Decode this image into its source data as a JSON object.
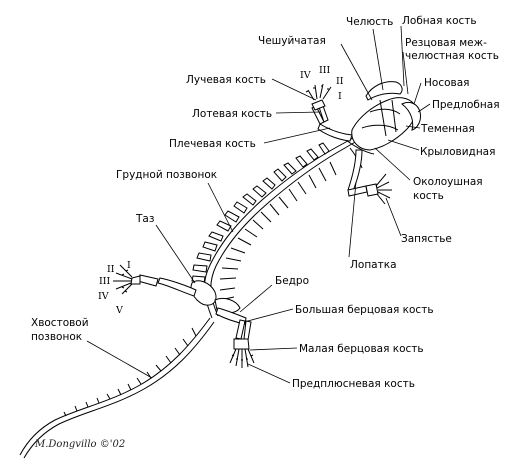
{
  "labels": {
    "jaw": "Челюсть",
    "frontal": "Лобная кость",
    "premaxilla_1": "Резцовая меж-",
    "premaxilla_2": "челюстная кость",
    "squamosal": "Чешуйчатая",
    "nasal": "Носовая",
    "prefrontal": "Предлобная",
    "parietal": "Теменная",
    "pterygoid": "Крыловидная",
    "otic_1": "Околоушная",
    "otic_2": "кость",
    "carpus": "Запястье",
    "scapula": "Лопатка",
    "radius": "Лучевая кость",
    "ulna": "Лотевая кость",
    "humerus": "Плечевая кость",
    "thoracic": "Грудной позвонок",
    "pelvis": "Таз",
    "femur": "Бедро",
    "tibia": "Большая берцовая кость",
    "fibula": "Малая берцовая кость",
    "tarsus": "Предплюсневая кость",
    "caudal_1": "Хвостовой",
    "caudal_2": "позвонок"
  },
  "digits_forelimb": [
    "IV",
    "III",
    "II",
    "I"
  ],
  "digits_hindlimb": [
    "I",
    "II",
    "III",
    "IV",
    "V"
  ],
  "signature": "M.Dongvillo ©'02"
}
